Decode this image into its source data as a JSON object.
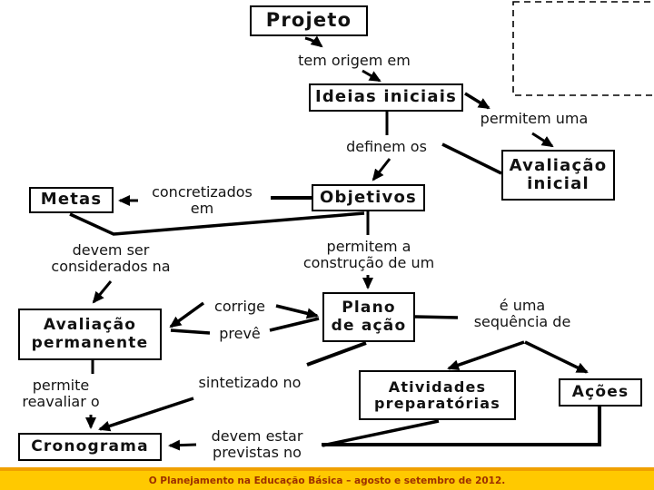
{
  "slide_title": "Projeto",
  "boxes": {
    "projeto": {
      "label": "Projeto"
    },
    "ideias": {
      "label": "Ideias iniciais"
    },
    "avaliacao_inicial": {
      "label": "Avaliação\ninicial"
    },
    "metas": {
      "label": "Metas"
    },
    "objetivos": {
      "label": "Objetivos"
    },
    "avaliacao_permanente": {
      "label": "Avaliação\npermanente"
    },
    "plano": {
      "label": "Plano\nde ação"
    },
    "atividades": {
      "label": "Atividades\npreparatórias"
    },
    "acoes": {
      "label": "Ações"
    },
    "cronograma": {
      "label": "Cronograma"
    }
  },
  "labels": {
    "tem_origem": "tem origem em",
    "permitem_uma": "permitem uma",
    "definem_os": "definem os",
    "concretizados": "concretizados\nem",
    "devem_ser": "devem ser\nconsiderados na",
    "permitem_a": "permitem a\nconstrução de um",
    "corrige": "corrige",
    "preve": "prevê",
    "e_uma": "é uma\nsequência de",
    "permite_reavaliar": "permite\nreavaliar o",
    "sintetizado": "sintetizado no",
    "devem_estar": "devem estar\nprevistas no"
  },
  "footer": {
    "text": "O Planejamento na Educação Básica – agosto e setembro de 2012.",
    "bg_color": "#FFC900",
    "top_border_color": "#F0A000",
    "text_color": "#9C2F00"
  },
  "colors": {
    "canvas": "#FFFFFF",
    "line": "#000000",
    "box_bg": "#FFFFFF",
    "box_border": "#000000",
    "text": "#141414"
  }
}
